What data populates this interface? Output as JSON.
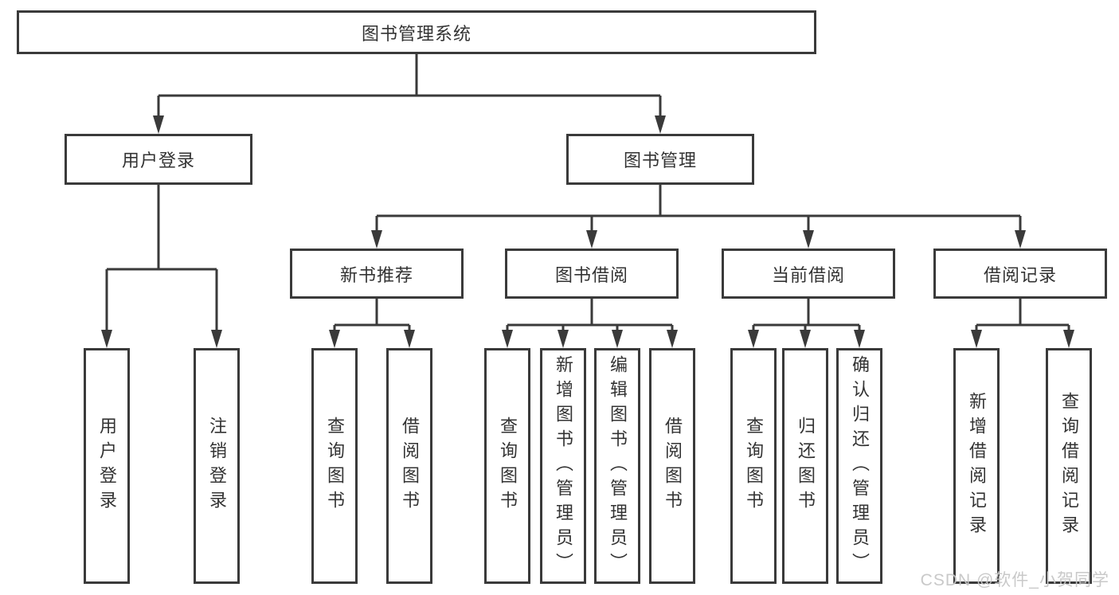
{
  "diagram": {
    "root": {
      "label": "图书管理系统"
    },
    "level2": [
      {
        "label": "用户登录"
      },
      {
        "label": "图书管理"
      }
    ],
    "level3": [
      {
        "label": "新书推荐"
      },
      {
        "label": "图书借阅"
      },
      {
        "label": "当前借阅"
      },
      {
        "label": "借阅记录"
      }
    ],
    "leaves": [
      {
        "label": "用户登录"
      },
      {
        "label": "注销登录"
      },
      {
        "label": "查询图书"
      },
      {
        "label": "借阅图书"
      },
      {
        "label": "查询图书"
      },
      {
        "label": "新增图书（管理员）"
      },
      {
        "label": "编辑图书（管理员）"
      },
      {
        "label": "借阅图书"
      },
      {
        "label": "查询图书"
      },
      {
        "label": "归还图书"
      },
      {
        "label": "确认归还（管理员）"
      },
      {
        "label": "新增借阅记录"
      },
      {
        "label": "查询借阅记录"
      }
    ]
  },
  "watermark": {
    "text": "CSDN @软件_小贺同学"
  },
  "colors": {
    "line": "#3a3a3a",
    "text": "#333333",
    "watermark": "#c6c6c6",
    "background": "#ffffff"
  }
}
